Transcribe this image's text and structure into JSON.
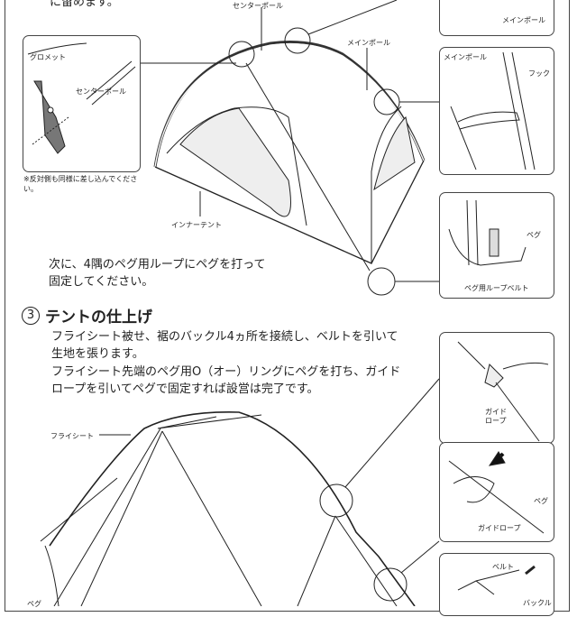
{
  "top_text": "に留めます。",
  "step2": {
    "labels": {
      "center_pole": "センターポール",
      "main_pole": "メインポール",
      "inner_tent": "インナーテント",
      "grommet": "グロメット",
      "detail_center_pole": "センターポール",
      "detail_main_pole_top": "メインポール",
      "detail_main_pole": "メインポール",
      "hook": "フック",
      "peg": "ペグ",
      "peg_loop_belt": "ペグ用ループベルト"
    },
    "note": "※反対側も同様に差し込んでください。",
    "instruction_line1": "次に、4隅のペグ用ループにペグを打って",
    "instruction_line2": "固定してください。"
  },
  "step3": {
    "number": "3",
    "title": "テントの仕上げ",
    "para1_line1": "フライシート被せ、裾のバックル4ヵ所を接続し、ベルトを引いて",
    "para1_line2": "生地を張ります。",
    "para2_line1": "フライシート先端のペグ用O（オー）リングにペグを打ち、ガイド",
    "para2_line2": "ロープを引いてペグで固定すれば設営は完了です。",
    "labels": {
      "fly_sheet": "フライシート",
      "guide_rope_a1": "ガイド",
      "guide_rope_a2": "ロープ",
      "peg": "ペグ",
      "guide_rope_b": "ガイドロープ",
      "belt": "ベルト",
      "buckle": "バックル",
      "peg_bottom": "ペグ"
    }
  }
}
